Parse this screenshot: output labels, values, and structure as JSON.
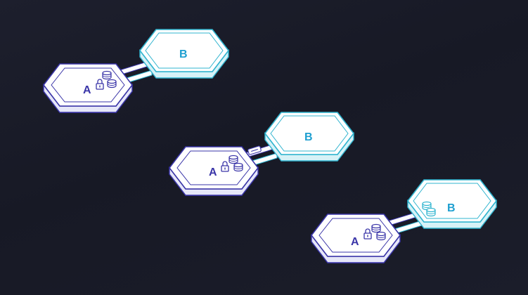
{
  "colors": {
    "background": "#1a1c29",
    "node_a_stroke": "#3a35a8",
    "node_a_fill": "#ffffff",
    "node_a_side": "#e6e7f8",
    "node_b_stroke": "#2fb4cf",
    "node_b_fill": "#ffffff",
    "node_b_side": "#d6f2f7",
    "label_a": "#3a35a8",
    "label_b": "#1e9fd0",
    "bridge": "#ffffff"
  },
  "scenes": [
    {
      "node_a_label": "A",
      "node_b_label": "B",
      "assets_on": "A",
      "token_in_transit": false,
      "icons": [
        "lock-icon",
        "coins-icon"
      ]
    },
    {
      "node_a_label": "A",
      "node_b_label": "B",
      "assets_on": "A",
      "token_in_transit": true,
      "icons": [
        "lock-icon",
        "coins-icon",
        "token-icon"
      ]
    },
    {
      "node_a_label": "A",
      "node_b_label": "B",
      "assets_on": "A and B",
      "token_in_transit": false,
      "icons": [
        "lock-icon",
        "coins-icon",
        "coins-icon"
      ]
    }
  ]
}
